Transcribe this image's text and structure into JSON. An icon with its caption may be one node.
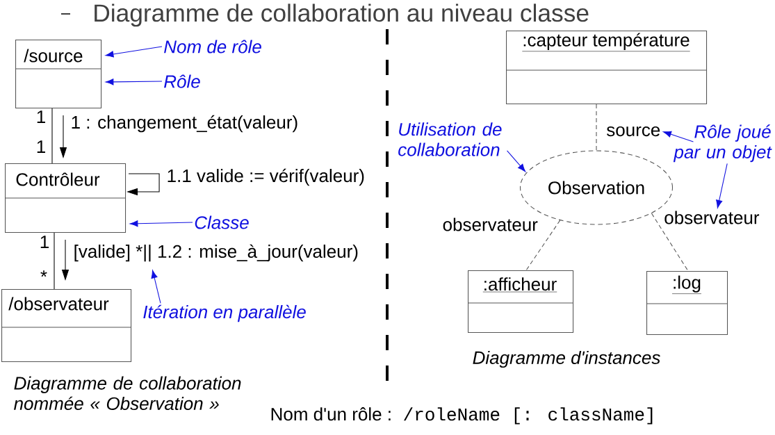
{
  "diagram": {
    "title": "Diagramme de collaboration au niveau classe",
    "nodes": [
      {
        "text": [
          "/source"
        ]
      },
      {
        "text": [
          "Contrôleur"
        ]
      },
      {
        "text": [
          "/observateur"
        ]
      },
      {
        "text": [
          ":capteur température"
        ]
      },
      {
        "text": [
          "Observation"
        ]
      },
      {
        "text": [
          ":afficheur"
        ]
      },
      {
        "text": [
          ":log"
        ]
      },
      {
        "text": [
          "Nom de rôle"
        ]
      },
      {
        "text": [
          "Rôle"
        ]
      },
      {
        "text": [
          "Classe"
        ]
      },
      {
        "text": [
          "Itération en parallèle"
        ]
      },
      {
        "text": [
          "Utilisation de collaboration"
        ]
      },
      {
        "text": [
          "Rôle joué par un objet"
        ]
      },
      {
        "text": [
          "source"
        ]
      },
      {
        "text": [
          "observateur"
        ]
      }
    ],
    "edges": [
      {
        "from": 0,
        "to": 1,
        "arrow": "none",
        "color": "#000000"
      },
      {
        "from": 0,
        "to": 1,
        "arrow": "to",
        "label": "1 : changement_état(valeur)",
        "color": "#000000"
      },
      {
        "from": 1,
        "to": 1,
        "arrow": "to",
        "label": "1.1 valide := vérif(valeur)",
        "color": "#000000"
      },
      {
        "from": 1,
        "to": 2,
        "arrow": "none",
        "color": "#000000"
      },
      {
        "from": 1,
        "to": 2,
        "arrow": "to",
        "label": "[valide] *|| 1.2 : mise_à_jour(valeur)",
        "color": "#000000"
      },
      {
        "from": 7,
        "to": 0,
        "arrow": "to",
        "color": "#1010e0"
      },
      {
        "from": 8,
        "to": 0,
        "arrow": "to",
        "color": "#1010e0"
      },
      {
        "from": 9,
        "to": 1,
        "arrow": "to",
        "color": "#1010e0"
      },
      {
        "from": 10,
        "to": null,
        "arrow": "to",
        "color": "#1010e0"
      },
      {
        "from": 11,
        "to": 4,
        "arrow": "to",
        "color": "#1010e0"
      },
      {
        "from": 12,
        "to": 13,
        "arrow": "to",
        "color": "#1010e0"
      },
      {
        "from": 12,
        "to": 14,
        "arrow": "to",
        "color": "#1010e0"
      },
      {
        "from": 3,
        "to": 4,
        "arrow": "none",
        "style": "dashed",
        "color": "#555555"
      },
      {
        "from": 4,
        "to": 5,
        "arrow": "none",
        "style": "dashed",
        "label": "observateur",
        "color": "#555555"
      },
      {
        "from": 4,
        "to": 6,
        "arrow": "none",
        "style": "dashed",
        "color": "#555555"
      }
    ],
    "labels": [
      "1",
      "1",
      "1",
      "*",
      "Diagramme d'instances",
      "Diagramme de collaboration nommée « Observation »",
      "Nom d'un rôle :",
      "/roleName [: className]"
    ]
  }
}
